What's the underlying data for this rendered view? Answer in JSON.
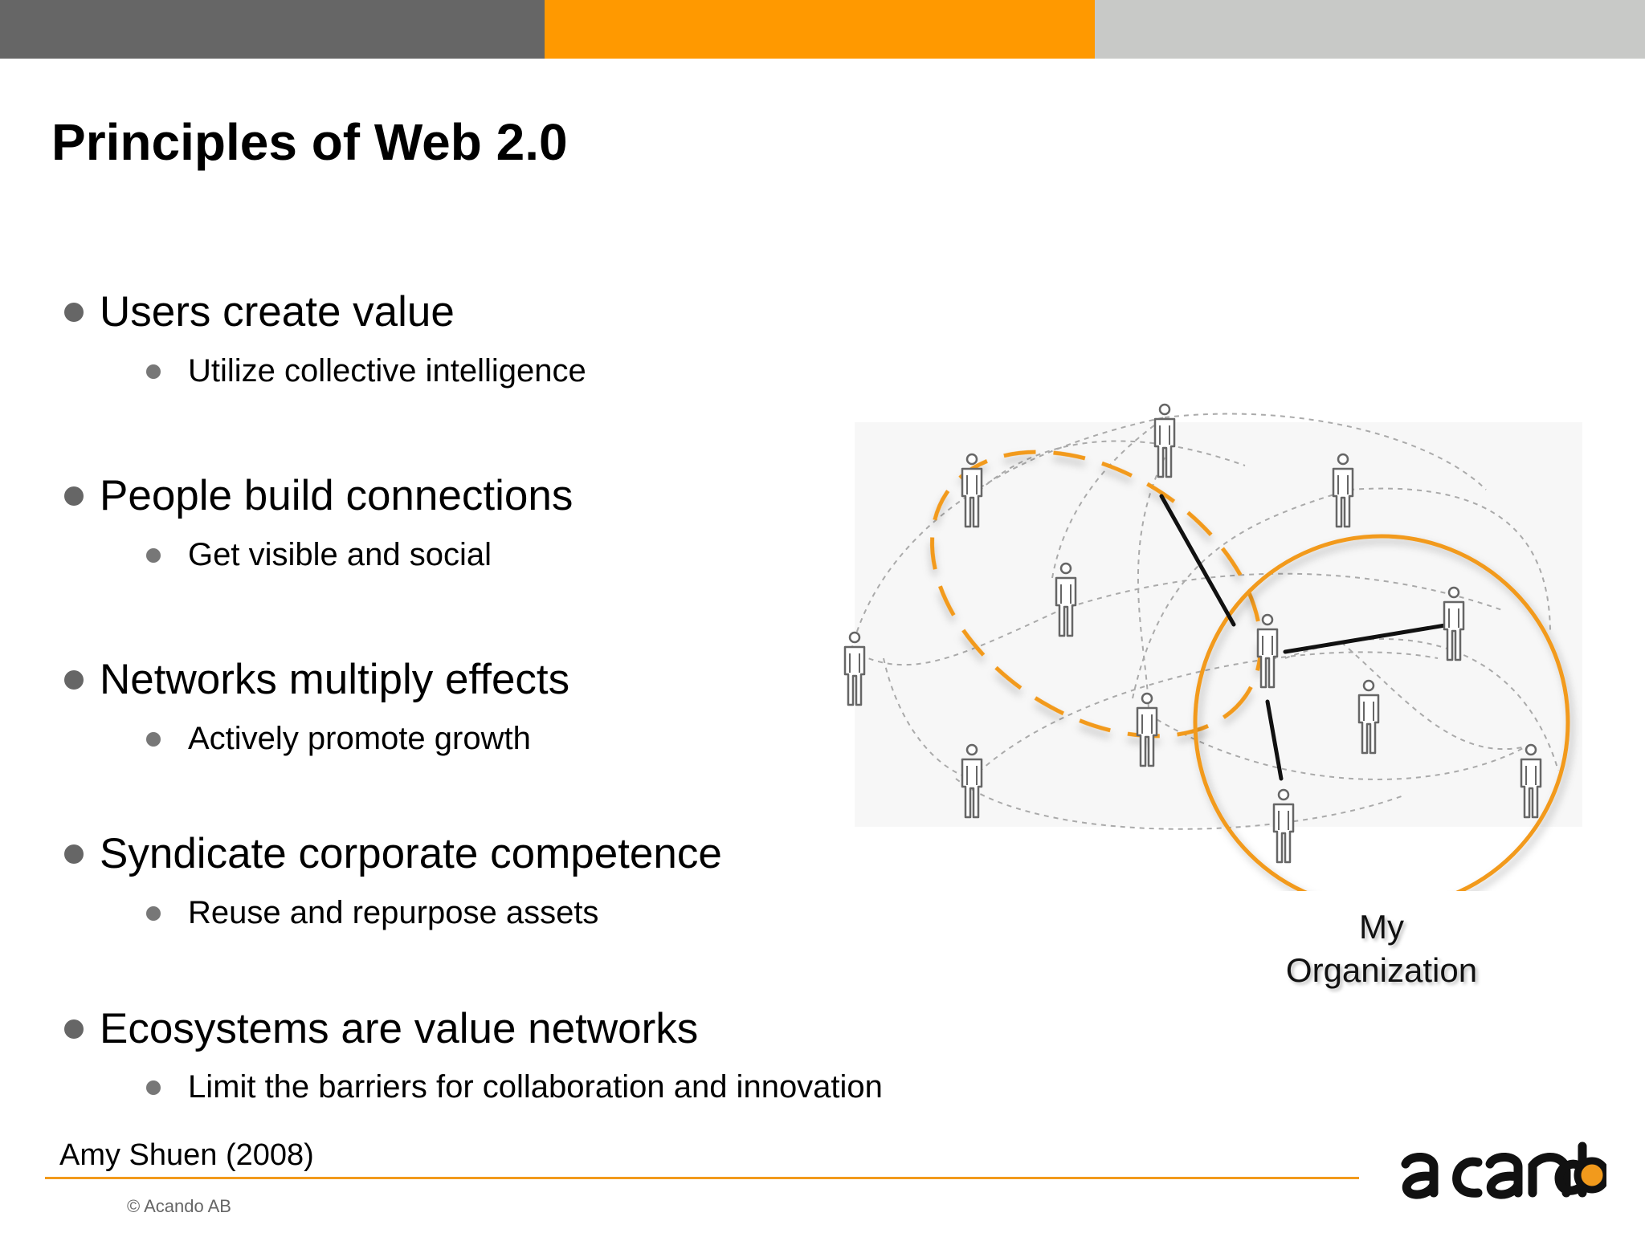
{
  "colors": {
    "band_dark": "#666666",
    "band_orange": "#ff9900",
    "band_light": "#c8c9c7",
    "accent_orange": "#f29a1c",
    "footer_line": "#f29a1c",
    "logo_dark": "#111111",
    "logo_dot": "#f29a1c"
  },
  "slide": {
    "title": "Principles of Web 2.0"
  },
  "bullets": [
    {
      "text": "Users create value",
      "sub": "Utilize collective intelligence"
    },
    {
      "text": "People build connections",
      "sub": "Get visible and social"
    },
    {
      "text": "Networks multiply effects",
      "sub": "Actively promote growth"
    },
    {
      "text": "Syndicate corporate competence",
      "sub": "Reuse and repurpose assets"
    },
    {
      "text": "Ecosystems are value networks",
      "sub": "Limit the barriers for collaboration and innovation"
    }
  ],
  "diagram": {
    "label_line1": "My",
    "label_line2": "Organization",
    "icons": [
      "person-icon"
    ]
  },
  "footer": {
    "citation": "Amy Shuen (2008)",
    "copyright": "© Acando AB",
    "logo_text": "acando"
  }
}
